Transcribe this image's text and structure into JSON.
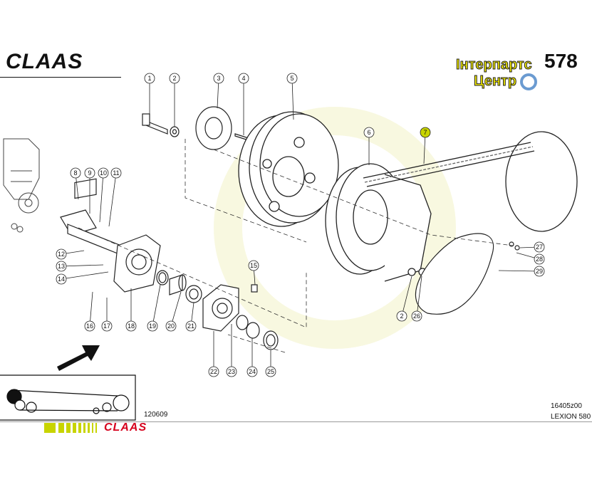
{
  "brand": {
    "logo_text": "CLAAS",
    "footer_logo_text": "CLAAS",
    "footer_accent": "#c8d400",
    "footer_logo_color": "#d6001c"
  },
  "page": {
    "number": "578",
    "diagram_code": "120609",
    "drawing_code": "16405z00",
    "model": "LEXION 580"
  },
  "watermark": {
    "line1": "Інтерпартс",
    "line2": "Центр",
    "color": "#f2ea00"
  },
  "highlight_color": "#c8d400",
  "parts": [
    "1",
    "2",
    "3",
    "4",
    "5",
    "6",
    "7",
    "8",
    "9",
    "10",
    "11",
    "12",
    "13",
    "14",
    "15",
    "16",
    "17",
    "18",
    "19",
    "20",
    "21",
    "22",
    "23",
    "24",
    "25",
    "2",
    "26",
    "27",
    "28",
    "29"
  ]
}
